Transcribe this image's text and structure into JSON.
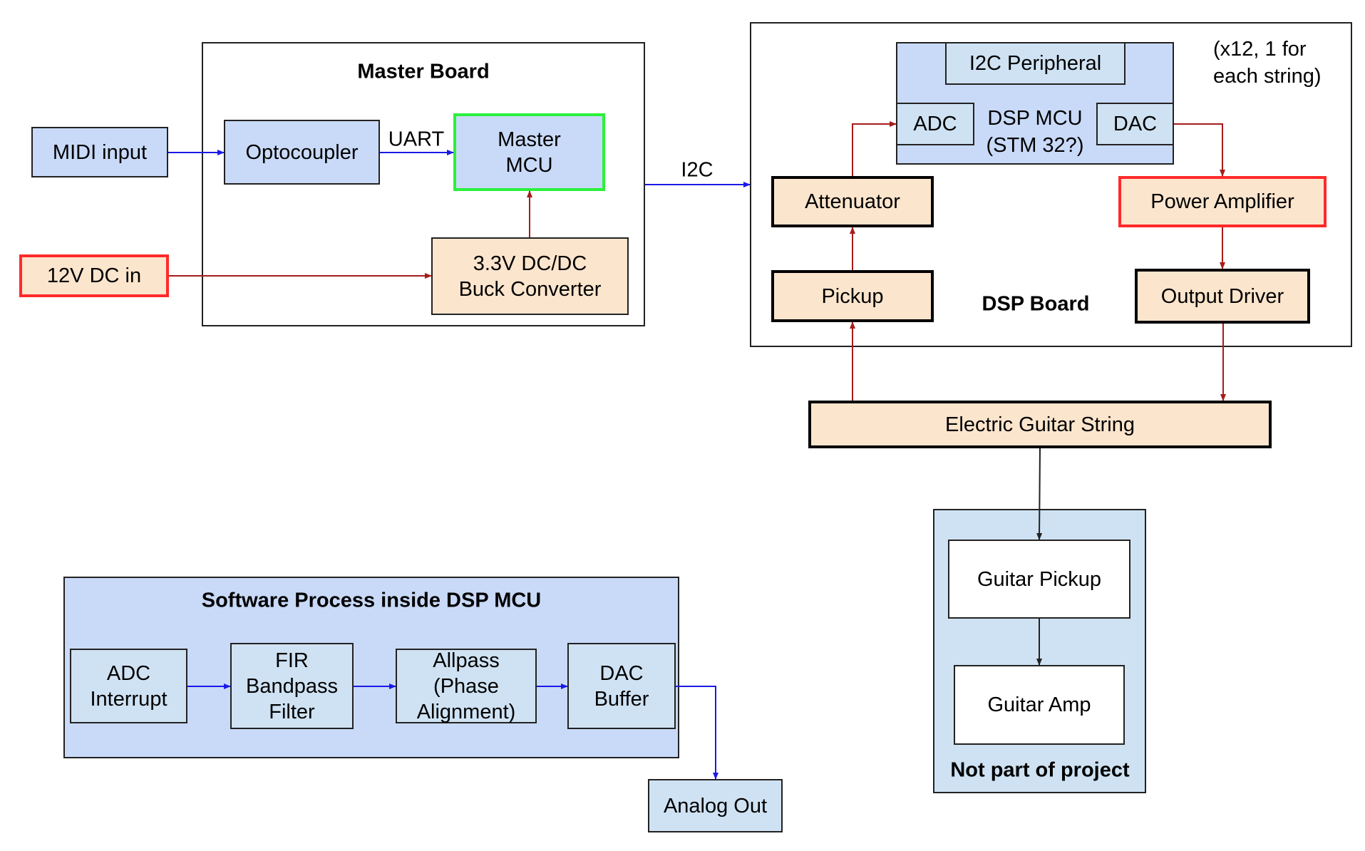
{
  "master_board": {
    "title": "Master Board",
    "midi_input": "MIDI input",
    "optocoupler": "Optocoupler",
    "uart_label": "UART",
    "master_mcu": "Master\nMCU",
    "power_in": "12V DC in",
    "buck_converter": "3.3V DC/DC\nBuck Converter"
  },
  "i2c_label": "I2C",
  "dsp_board": {
    "title": "DSP Board",
    "note": "(x12, 1 for\neach string)",
    "dsp_mcu": "DSP MCU\n(STM 32?)",
    "i2c_peripheral": "I2C Peripheral",
    "adc": "ADC",
    "dac": "DAC",
    "attenuator": "Attenuator",
    "power_amplifier": "Power Amplifier",
    "pickup": "Pickup",
    "output_driver": "Output Driver"
  },
  "guitar_string": "Electric Guitar String",
  "external": {
    "title": "Not part of project",
    "guitar_pickup": "Guitar Pickup",
    "guitar_amp": "Guitar Amp"
  },
  "software": {
    "title": "Software Process inside DSP MCU",
    "steps": [
      "ADC\nInterrupt",
      "FIR\nBandpass\nFilter",
      "Allpass\n(Phase\nAlignment)",
      "DAC\nBuffer"
    ],
    "output": "Analog Out"
  },
  "colors": {
    "signal_wire": "#1a1ae6",
    "power_wire": "#a61c1c",
    "mechanical_wire": "#222222",
    "highlight_green": "#2cf03c",
    "highlight_red": "#ff2a2a"
  }
}
